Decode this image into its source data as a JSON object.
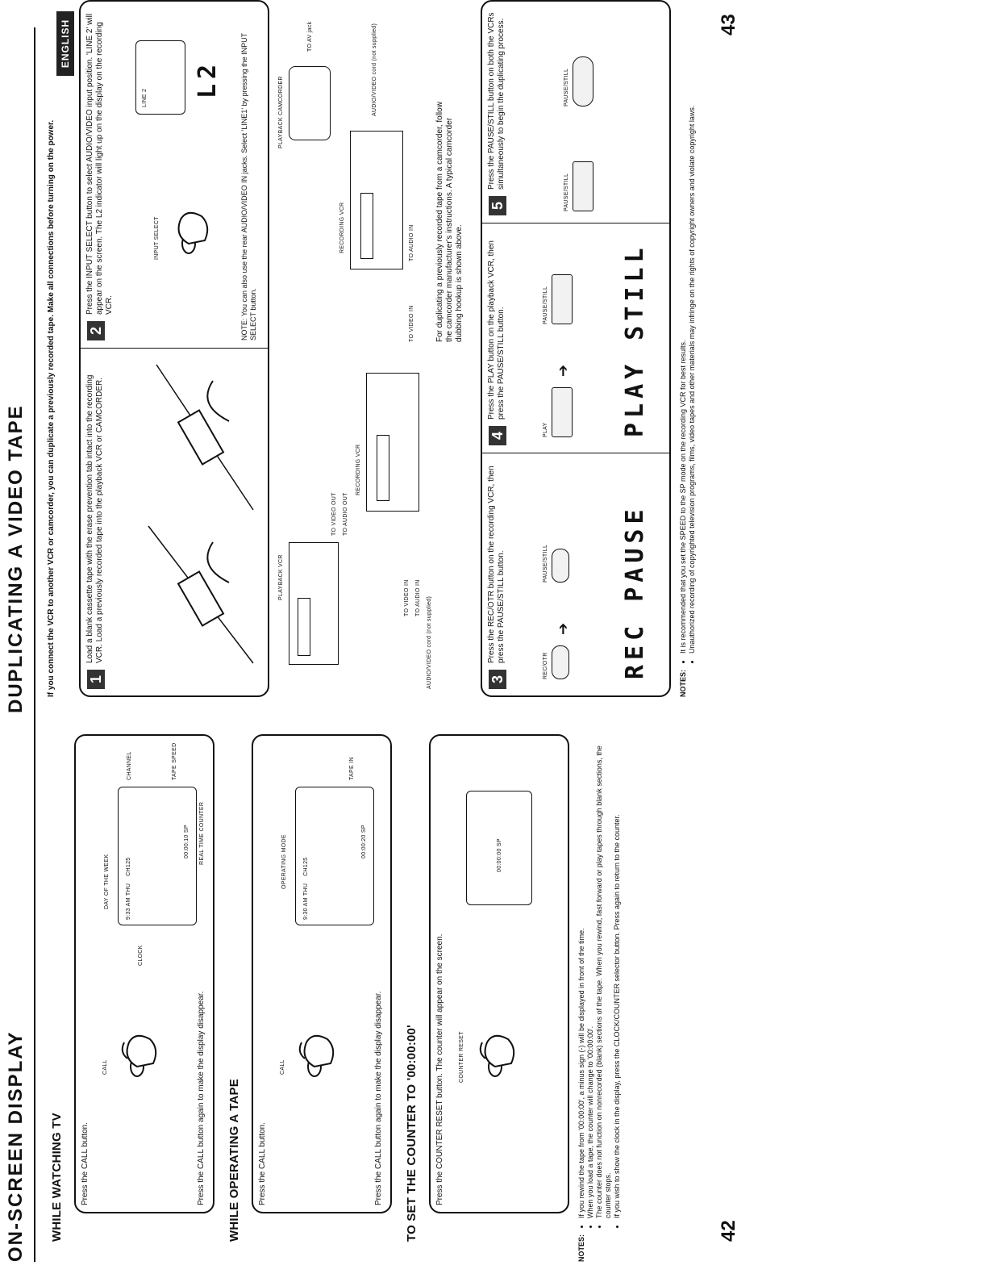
{
  "header": {
    "title": "ON-SCREEN DISPLAY",
    "title_right": "DUPLICATING A VIDEO TAPE"
  },
  "left": {
    "watching_tv": {
      "heading": "WHILE WATCHING TV",
      "instr": "Press the CALL button.",
      "call_label": "CALL",
      "osd_line": "9:33 AM THU    CH125",
      "osd_counter": "00:00:10 SP",
      "labels": {
        "day": "DAY OF THE WEEK",
        "clock": "CLOCK",
        "channel": "CHANNEL",
        "tape_speed": "TAPE SPEED",
        "counter": "REAL TIME COUNTER"
      },
      "footer": "Press the CALL button again to make the display disappear."
    },
    "operating": {
      "heading": "WHILE OPERATING A TAPE",
      "instr": "Press the CALL button.",
      "call_label": "CALL",
      "osd_line": "9:30 AM THU    CH125",
      "osd_counter": "00:00:20 SP",
      "labels": {
        "mode": "OPERATING MODE",
        "tape_in": "TAPE IN"
      },
      "footer": "Press the CALL button again to make the display disappear."
    },
    "counter": {
      "heading": "TO SET THE COUNTER TO '00:00:00'",
      "instr": "Press the COUNTER RESET button. The counter will appear on the screen.",
      "button_label": "COUNTER RESET",
      "osd": "00:00:00 SP"
    },
    "notes_label": "NOTES:",
    "notes": [
      "If you rewind the tape from '00:00:00', a minus sign (-) will be displayed in front of the time.",
      "When you load a tape, the counter will change to '00:00:00'.",
      "The counter does not function on nonrecorded (blank) sections of the tape. When you rewind, fast forward or play tapes through blank sections, the counter stops.",
      "If you wish to show the clock in the display, press the CLOCK/COUNTER selector button. Press again to return to the counter."
    ],
    "page": "42"
  },
  "right": {
    "intro": "If you connect the VCR to another VCR or camcorder, you can duplicate a previously recorded tape. Make all connections before turning on the power.",
    "step1": {
      "num": "1",
      "text": "Load a blank cassette tape with the erase prevention tab intact into the recording VCR. Load a previously recorded tape into the playback VCR or CAMCORDER."
    },
    "step2": {
      "num": "2",
      "text": "Press the INPUT SELECT button to select AUDIO/VIDEO input position. 'LINE 2' will appear on the screen. The L2 indicator will light up on the display on the recording VCR.",
      "button_label": "INPUT SELECT",
      "screen_text": "LINE 2",
      "lcd": "L2",
      "note": "NOTE: You can also use the rear AUDIO/VIDEO IN jacks. Select 'LINE1' by pressing the INPUT SELECT button."
    },
    "diagram1": {
      "playback": "PLAYBACK VCR",
      "recording": "RECORDING VCR",
      "video_out": "TO VIDEO OUT",
      "audio_out": "TO AUDIO OUT",
      "video_in": "TO VIDEO IN",
      "audio_in": "TO AUDIO IN",
      "cord": "AUDIO/VIDEO cord (not supplied)"
    },
    "diagram2": {
      "camcorder": "PLAYBACK CAMCORDER",
      "av_jack": "TO AV jack",
      "recording": "RECORDING VCR",
      "video_in": "TO VIDEO IN",
      "audio_in": "TO AUDIO IN",
      "cord": "AUDIO/VIDEO cord (not supplied)",
      "text": "For duplicating a previously recorded tape from a camcorder, follow the camcorder manufacturer's instructions. A typical camcorder dubbing hookup is shown above."
    },
    "step3": {
      "num": "3",
      "text": "Press the REC/OTR button on the recording VCR, then press the PAUSE/STILL button.",
      "btn1": "REC/OTR",
      "btn2": "PAUSE/STILL",
      "lcd": "REC PAUSE"
    },
    "step4": {
      "num": "4",
      "text": "Press the PLAY button on the playback VCR, then press the PAUSE/STILL button.",
      "btn1": "PLAY",
      "btn2": "PAUSE/STILL",
      "lcd": "PLAY STILL"
    },
    "step5": {
      "num": "5",
      "text": "Press the PAUSE/STILL button on both the VCRs simultaneously to begin the duplicating process.",
      "btn1": "PAUSE/STILL",
      "btn2": "PAUSE/STILL"
    },
    "notes_label": "NOTES:",
    "notes": [
      "It is recommended that you set the SPEED to the SP mode on the recording VCR for best results.",
      "Unauthorized recording of copyrighted television programs, films, video tapes and other materials may infringe on the rights of copyright owners and violate copyright laws."
    ],
    "lang_tab": "ENGLISH",
    "page": "43"
  }
}
